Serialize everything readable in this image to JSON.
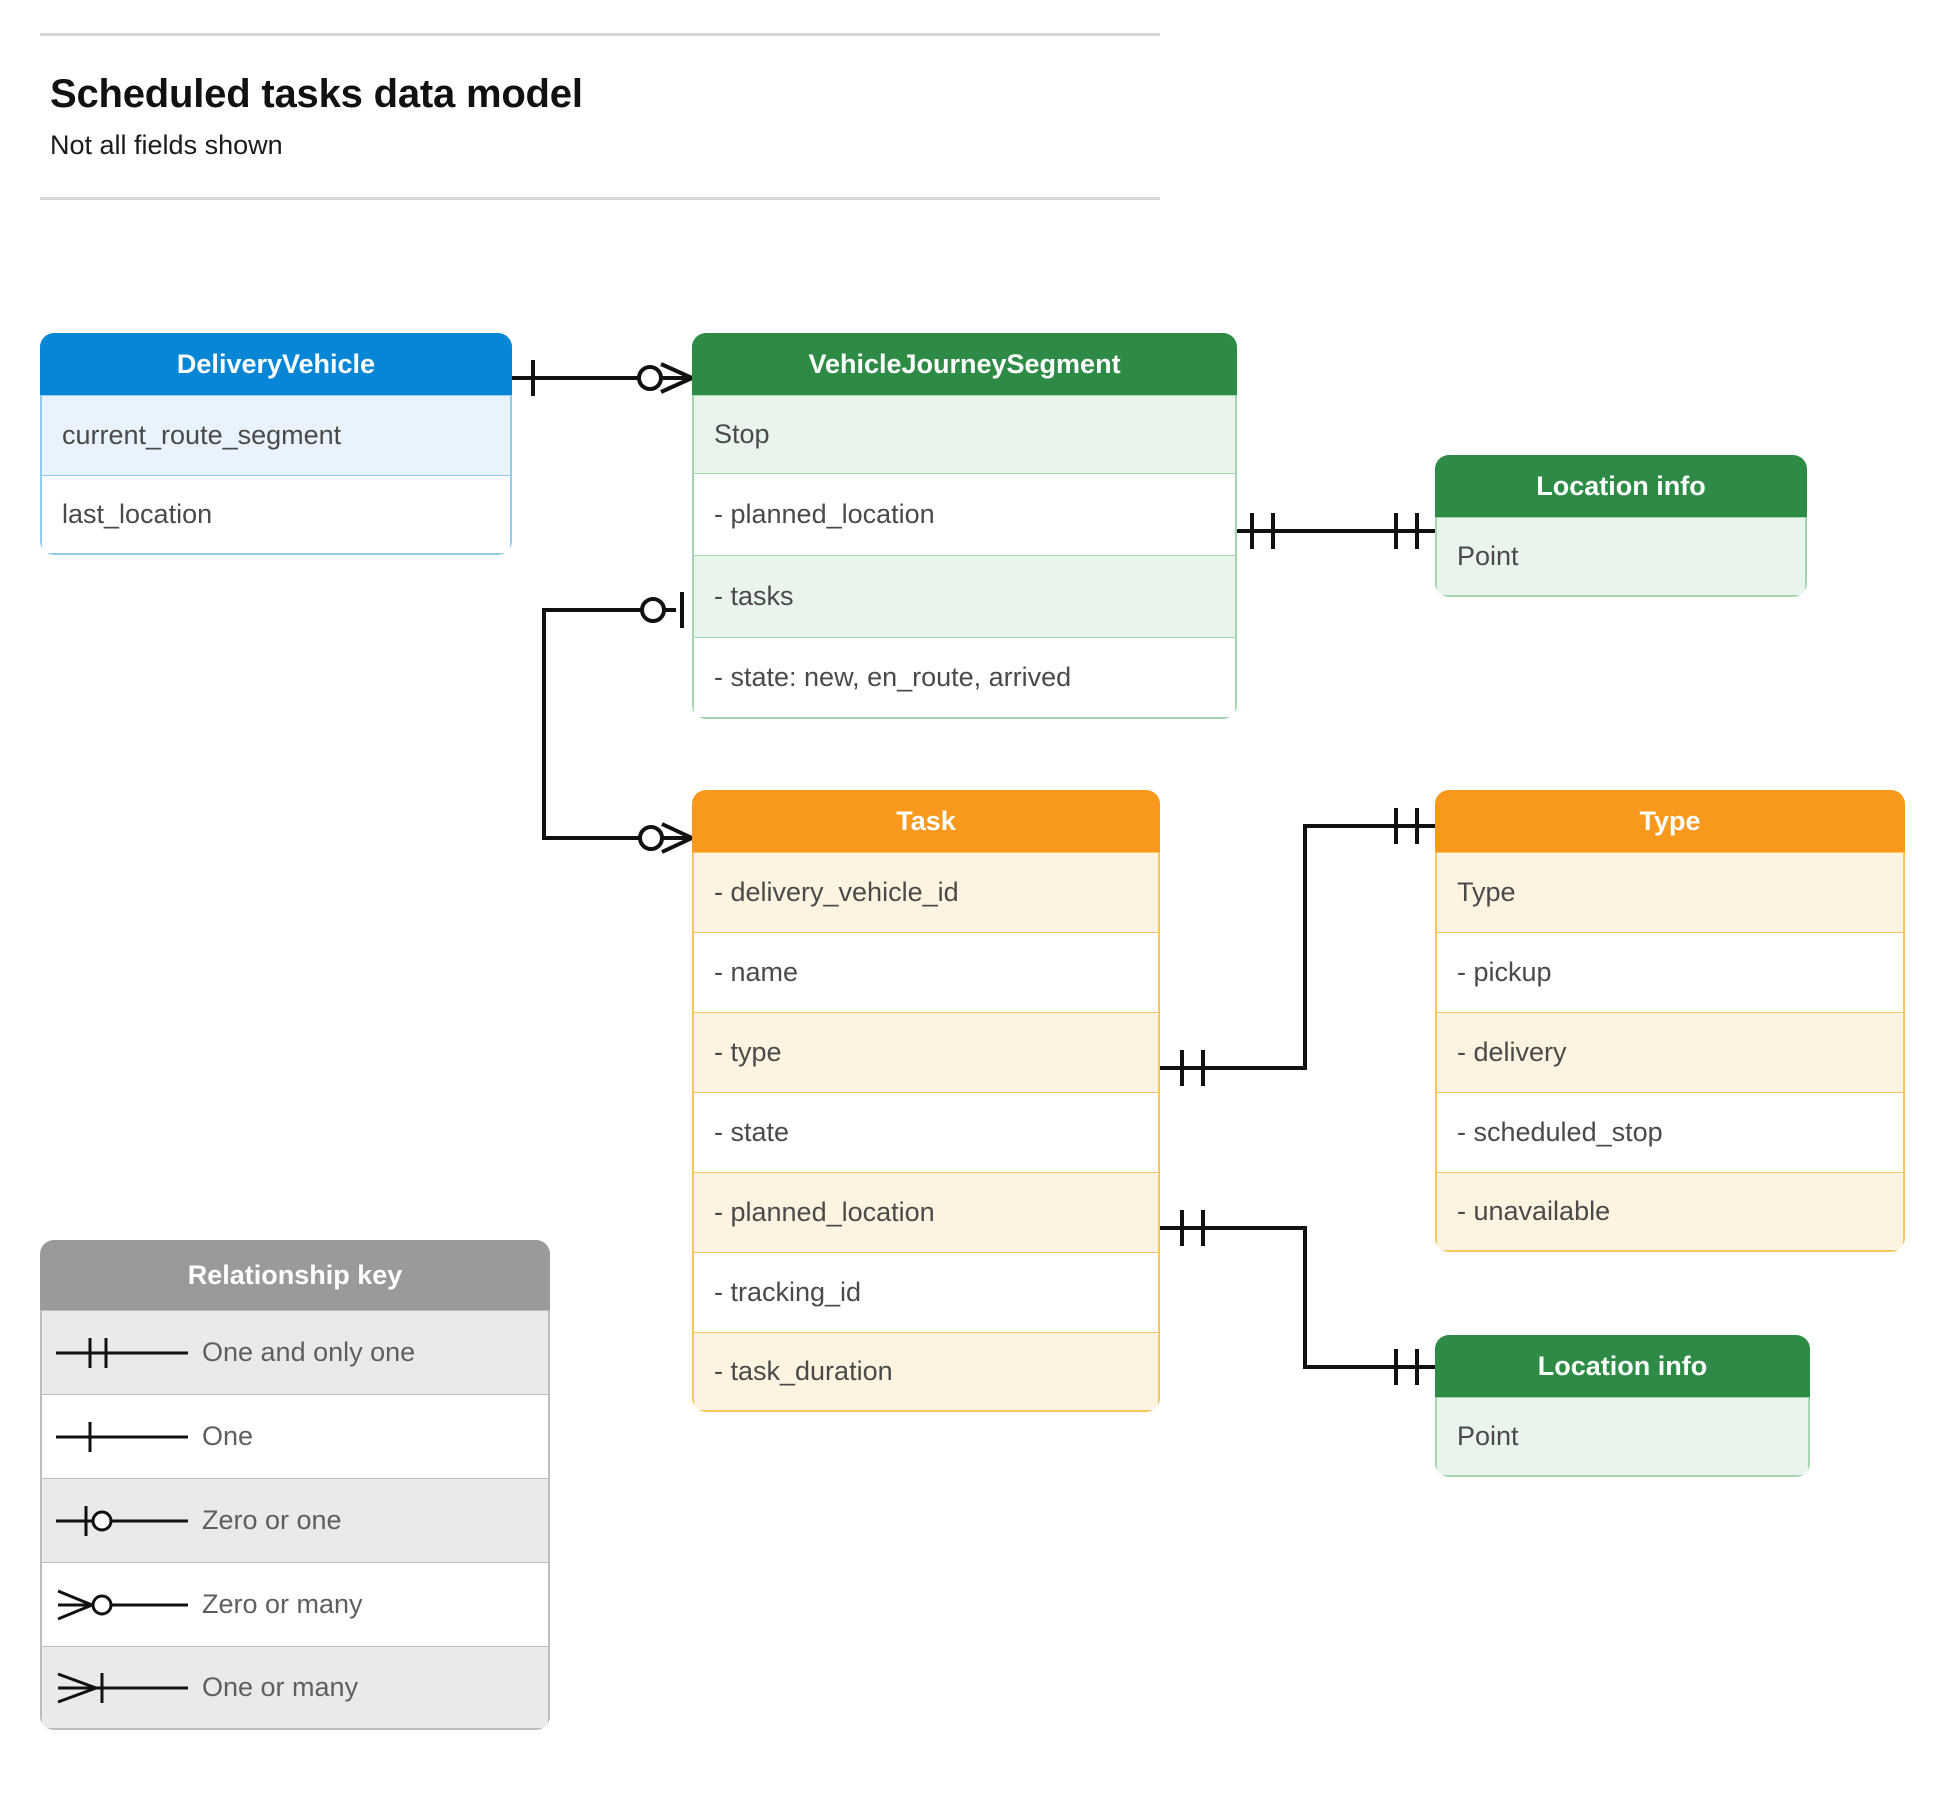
{
  "header": {
    "title": "Scheduled tasks data model",
    "subtitle": "Not all fields shown"
  },
  "colors": {
    "blue": "#0786d5",
    "blue_light": "#e8f3fd",
    "blue_border": "#8fcdf0",
    "green": "#2e8b46",
    "green_light": "#e8f4ec",
    "green_border": "#a3d6ae",
    "orange": "#f8981d",
    "orange_light": "#fdf3e1",
    "orange_border": "#fbc55e",
    "grey": "#9a9a9a",
    "grey_light": "#eaeaea",
    "grey_border": "#bdbdbd",
    "line": "#111111",
    "text": "#4a4a4a"
  },
  "entities": {
    "delivery_vehicle": {
      "title": "DeliveryVehicle",
      "rows": [
        "current_route_segment",
        "last_location"
      ]
    },
    "vehicle_journey_segment": {
      "title": "VehicleJourneySegment",
      "rows": [
        "Stop",
        "-  planned_location",
        "- tasks",
        "- state: new, en_route, arrived"
      ]
    },
    "location_info_top": {
      "title": "Location info",
      "rows": [
        "Point"
      ]
    },
    "location_info_bottom": {
      "title": "Location info",
      "rows": [
        "Point"
      ]
    },
    "task": {
      "title": "Task",
      "rows": [
        "- delivery_vehicle_id",
        "- name",
        "- type",
        "- state",
        "- planned_location",
        "- tracking_id",
        "- task_duration"
      ]
    },
    "type": {
      "title": "Type",
      "rows": [
        "Type",
        "-   pickup",
        "-   delivery",
        "-   scheduled_stop",
        "-   unavailable"
      ]
    }
  },
  "legend": {
    "title": "Relationship key",
    "items": [
      {
        "symbol": "one-and-only-one",
        "label": "One and only one"
      },
      {
        "symbol": "one",
        "label": "One"
      },
      {
        "symbol": "zero-or-one",
        "label": "Zero or one"
      },
      {
        "symbol": "zero-or-many",
        "label": "Zero or many"
      },
      {
        "symbol": "one-or-many",
        "label": "One or many"
      }
    ]
  },
  "relationships": [
    {
      "name": "delivery-vehicle-to-vehicle-journey-segment",
      "from": "DeliveryVehicle",
      "to": "VehicleJourneySegment",
      "from_cardinality": "one",
      "to_cardinality": "zero-or-many"
    },
    {
      "name": "vehicle-journey-segment-planned-location-to-location-info",
      "from": "VehicleJourneySegment.planned_location",
      "to": "Location info",
      "from_cardinality": "one-and-only-one",
      "to_cardinality": "one-and-only-one"
    },
    {
      "name": "vehicle-journey-segment-tasks-to-task",
      "from": "VehicleJourneySegment.tasks",
      "to": "Task",
      "from_cardinality": "zero-or-one",
      "to_cardinality": "zero-or-many"
    },
    {
      "name": "task-type-to-type",
      "from": "Task.type",
      "to": "Type",
      "from_cardinality": "one-and-only-one",
      "to_cardinality": "one-and-only-one"
    },
    {
      "name": "task-planned-location-to-location-info",
      "from": "Task.planned_location",
      "to": "Location info",
      "from_cardinality": "one-and-only-one",
      "to_cardinality": "one-and-only-one"
    }
  ]
}
